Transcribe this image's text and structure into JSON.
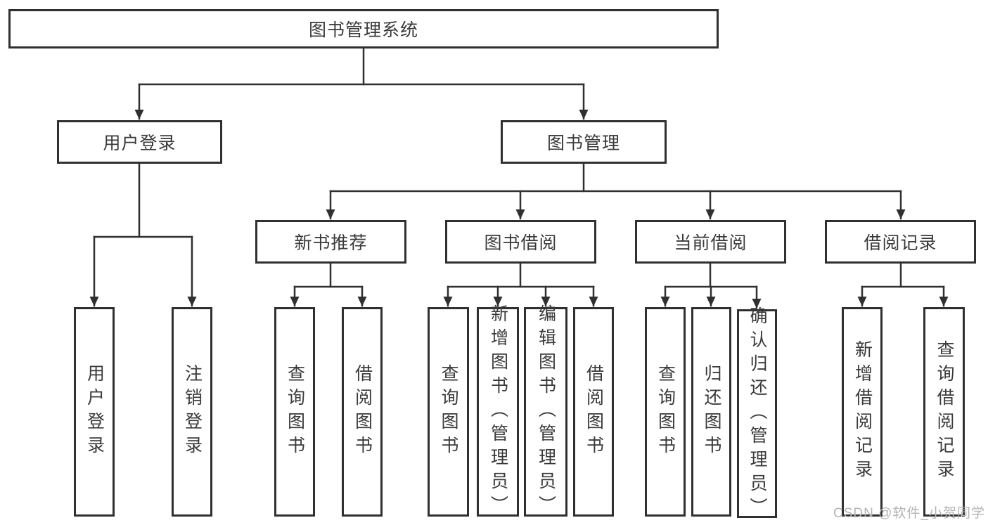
{
  "diagram": {
    "title": "图书管理系统",
    "children": [
      {
        "label": "用户登录",
        "children": [
          {
            "label": "用户登录"
          },
          {
            "label": "注销登录"
          }
        ]
      },
      {
        "label": "图书管理",
        "children": [
          {
            "label": "新书推荐",
            "children": [
              {
                "label": "查询图书"
              },
              {
                "label": "借阅图书"
              }
            ]
          },
          {
            "label": "图书借阅",
            "children": [
              {
                "label": "查询图书"
              },
              {
                "label": "新增图书（管理员）"
              },
              {
                "label": "编辑图书（管理员）"
              },
              {
                "label": "借阅图书"
              }
            ]
          },
          {
            "label": "当前借阅",
            "children": [
              {
                "label": "查询图书"
              },
              {
                "label": "归还图书"
              },
              {
                "label": "确认归还（管理员）"
              }
            ]
          },
          {
            "label": "借阅记录",
            "children": [
              {
                "label": "新增借阅记录"
              },
              {
                "label": "查询借阅记录"
              }
            ]
          }
        ]
      }
    ]
  },
  "watermark": {
    "text": "CSDN @软件_小贺同学"
  },
  "colors": {
    "line": "#303030",
    "border": "#303030",
    "text": "#3a3a3a",
    "watermark": "#b5b5b5",
    "background": "#ffffff"
  }
}
